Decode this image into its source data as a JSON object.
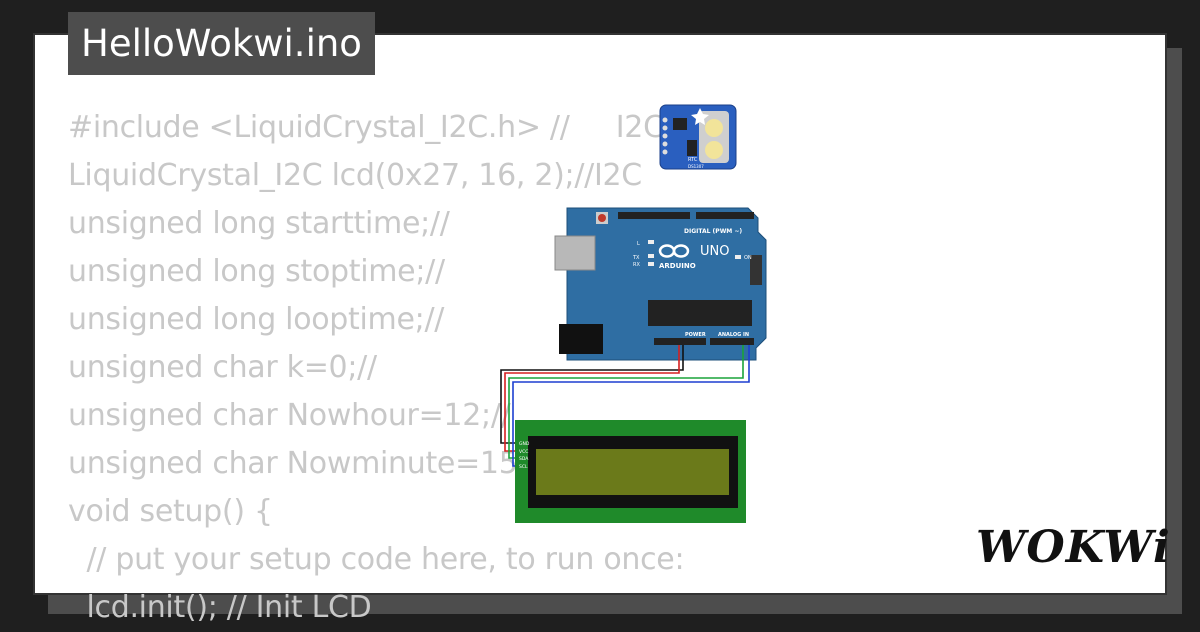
{
  "title": "HelloWokwi.ino",
  "code_lines": [
    "#include <LiquidCrystal_I2C.h> //     I2C",
    "LiquidCrystal_I2C lcd(0x27, 16, 2);//I2C",
    "unsigned long starttime;//",
    "unsigned long stoptime;//",
    "unsigned long looptime;//",
    "unsigned char k=0;//",
    "unsigned char Nowhour=12;//",
    "unsigned char Nowminute=15",
    "void setup() {",
    "  // put your setup code here, to run once:",
    "  lcd.init(); // Init LCD"
  ],
  "arduino": {
    "brand": "ARDUINO",
    "model": "UNO",
    "header_digital": "DIGITAL (PWM ~)",
    "header_power": "POWER",
    "header_analog": "ANALOG IN",
    "led_l": "L",
    "led_tx": "TX",
    "led_rx": "RX",
    "led_on": "ON"
  },
  "rtc": {
    "label": "RTC",
    "chip": "DS1307"
  },
  "lcd_pins": [
    "GND",
    "VCC",
    "SDA",
    "SCL"
  ],
  "logo": "WOKWi",
  "colors": {
    "background": "#1f1f1f",
    "card": "#ffffff",
    "tab": "#4d4d4d",
    "code_text": "#c8c8c8",
    "arduino_blue": "#2f6ea3",
    "lcd_green": "#1f8a2a",
    "lcd_screen": "#6b7a1a"
  }
}
